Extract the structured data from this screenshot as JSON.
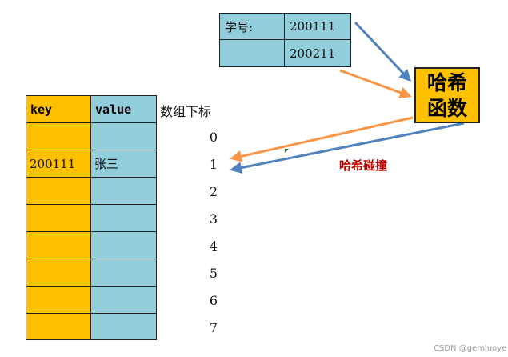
{
  "input_table": {
    "label": "学号:",
    "values": [
      "200111",
      "200211"
    ]
  },
  "hash_function": {
    "line1": "哈希",
    "line2": "函数"
  },
  "hash_table": {
    "header_key": "key",
    "header_value": "value",
    "rows": [
      {
        "key": "",
        "value": ""
      },
      {
        "key": "200111",
        "value": "张三"
      },
      {
        "key": "",
        "value": ""
      },
      {
        "key": "",
        "value": ""
      },
      {
        "key": "",
        "value": ""
      },
      {
        "key": "",
        "value": ""
      },
      {
        "key": "",
        "value": ""
      },
      {
        "key": "",
        "value": ""
      }
    ]
  },
  "index_title": "数组下标",
  "indices": [
    "0",
    "1",
    "2",
    "3",
    "4",
    "5",
    "6",
    "7"
  ],
  "collision_label": "哈希碰撞",
  "watermark": "CSDN @gemluoye",
  "colors": {
    "key_fill": "#FFC000",
    "value_fill": "#92CDDC",
    "arrow_orange": "#F79646",
    "arrow_blue": "#4F81BD",
    "collision_text": "#C00000"
  }
}
